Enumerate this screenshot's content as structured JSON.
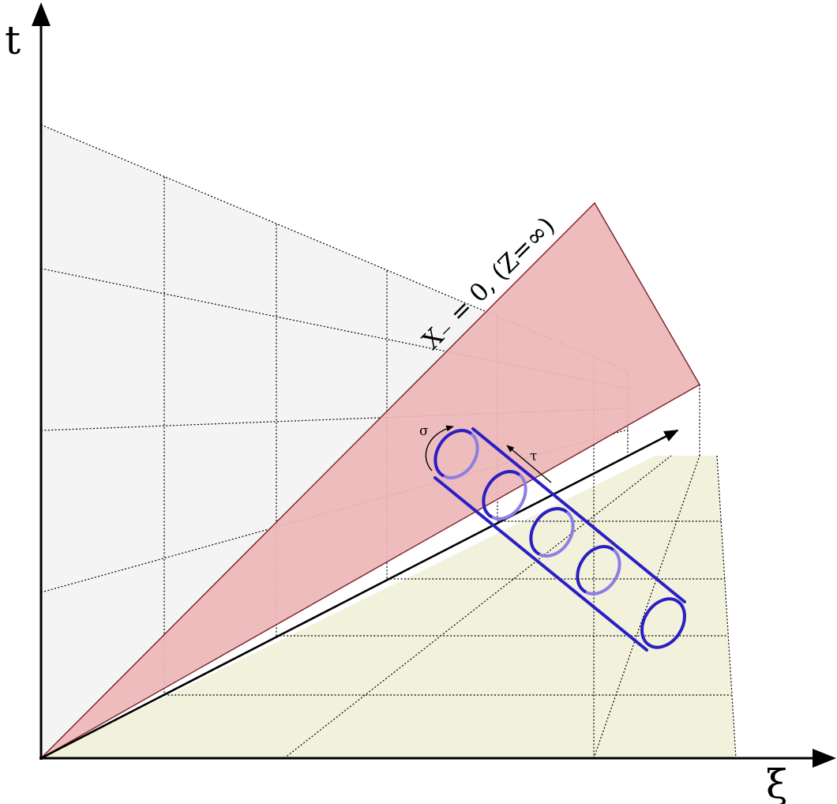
{
  "axes": {
    "t_label": "t",
    "xi_label": "ξ"
  },
  "plane": {
    "label": "X₋ = 0, (Z=∞)",
    "color": "#eeb6b7",
    "edge_color": "#7a1e26"
  },
  "surfaces": {
    "back_plane_color": "#f4f4f4",
    "floor_color": "#f2f1dc"
  },
  "worldsheet": {
    "sigma_label": "σ",
    "tau_label": "τ",
    "color": "#2a1fc4",
    "back_color": "#8b7fe6"
  }
}
